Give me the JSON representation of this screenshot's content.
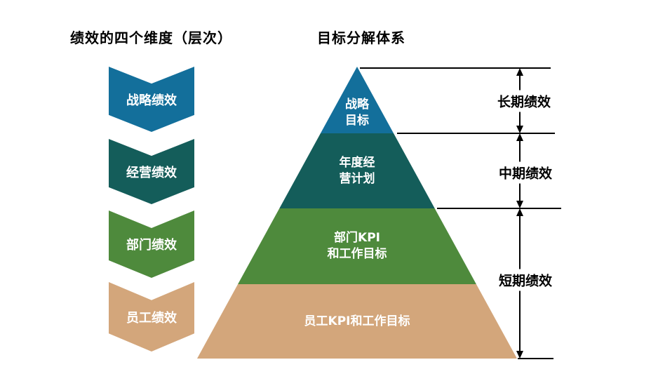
{
  "left_panel": {
    "title": "绩效的四个维度（层次）",
    "chevrons": [
      {
        "label": "战略绩效",
        "color": "#136f9b"
      },
      {
        "label": "经营绩效",
        "color": "#145d5a"
      },
      {
        "label": "部门绩效",
        "color": "#4e8a3c"
      },
      {
        "label": "员工绩效",
        "color": "#d3a67b"
      }
    ]
  },
  "right_panel": {
    "title": "目标分解体系",
    "pyramid_layers": [
      {
        "label_lines": [
          "战略",
          "目标"
        ],
        "color": "#136f9b"
      },
      {
        "label_lines": [
          "年度经",
          "营计划"
        ],
        "color": "#145d5a"
      },
      {
        "label_lines": [
          "部门KPI",
          "和工作目标"
        ],
        "color": "#4e8a3c"
      },
      {
        "label_lines": [
          "员工KPI和工作目标"
        ],
        "color": "#d3a67b"
      }
    ],
    "duration_labels": [
      {
        "label": "长期绩效"
      },
      {
        "label": "中期绩效"
      },
      {
        "label": "短期绩效"
      }
    ]
  },
  "colors": {
    "line": "#000000",
    "text_on_fill": "#ffffff"
  }
}
